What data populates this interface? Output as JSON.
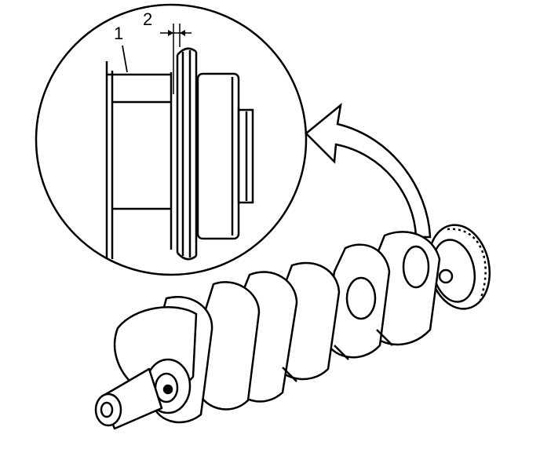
{
  "diagram": {
    "callouts": [
      {
        "id": "1",
        "label": "1"
      },
      {
        "id": "2",
        "label": "2"
      }
    ]
  },
  "colors": {
    "ink": "#000000",
    "paper": "#ffffff",
    "shade": "#d9d9d9"
  }
}
